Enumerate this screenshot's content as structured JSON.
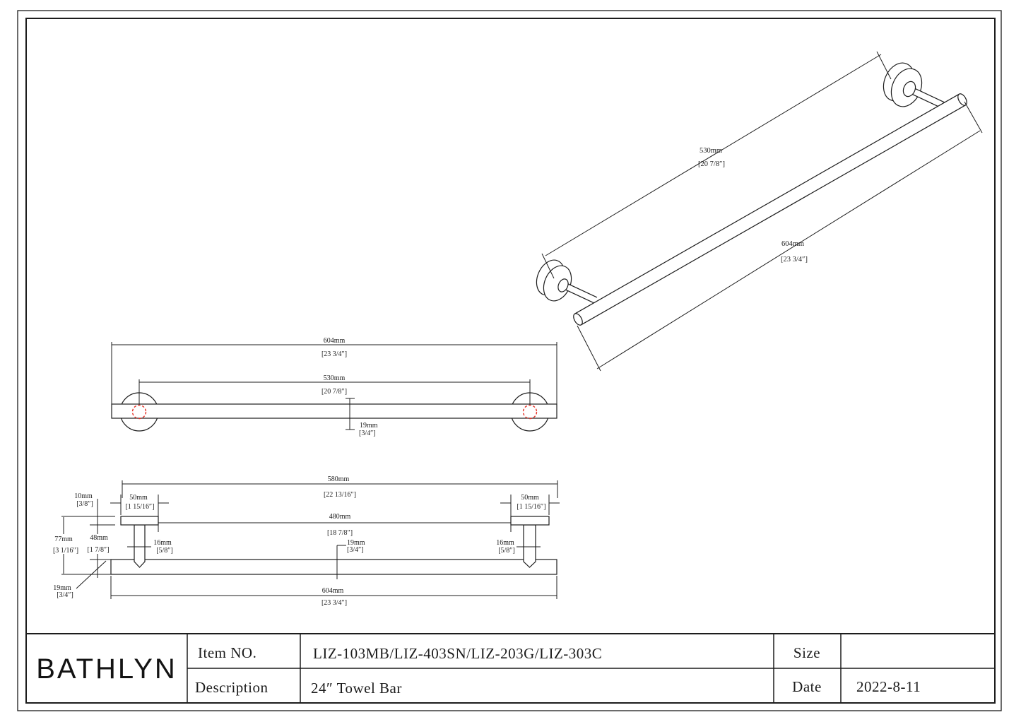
{
  "sheet": {
    "brand": "BATHLYN",
    "title_block": {
      "item_no_label": "Item NO.",
      "item_no_value": "LIZ-103MB/LIZ-403SN/LIZ-203G/LIZ-303C",
      "description_label": "Description",
      "description_value": "24″ Towel Bar",
      "size_label": "Size",
      "size_value": "",
      "date_label": "Date",
      "date_value": "2022-8-11"
    },
    "colors": {
      "line": "#1c1c1c",
      "accent_red": "#e53228",
      "paper": "#ffffff"
    }
  },
  "views": {
    "isometric": {
      "dim_rail_centers": {
        "mm": "530mm",
        "inch": "[20 7/8″]"
      },
      "dim_overall": {
        "mm": "604mm",
        "inch": "[23 3/4″]"
      }
    },
    "front": {
      "dim_overall": {
        "mm": "604mm",
        "inch": "[23 3/4″]"
      },
      "dim_post_centers": {
        "mm": "530mm",
        "inch": "[20 7/8″]"
      },
      "dim_bar_diameter": {
        "mm": "19mm",
        "inch": "[3/4″]"
      }
    },
    "side_section": {
      "dim_mount_span": {
        "mm": "580mm",
        "inch": "[22 13/16″]"
      },
      "dim_inner_span": {
        "mm": "480mm",
        "inch": "[18 7/8″]"
      },
      "dim_flange_width_left": {
        "mm": "50mm",
        "inch": "[1 15/16″]"
      },
      "dim_flange_width_right": {
        "mm": "50mm",
        "inch": "[1 15/16″]"
      },
      "dim_flange_thickness": {
        "mm": "10mm",
        "inch": "[3/8″]"
      },
      "dim_overall_depth": {
        "mm": "77mm",
        "inch": "[3 1/16″]"
      },
      "dim_post_length": {
        "mm": "48mm",
        "inch": "[1 7/8″]"
      },
      "dim_post_diameter_left": {
        "mm": "16mm",
        "inch": "[5/8″]"
      },
      "dim_post_diameter_right": {
        "mm": "16mm",
        "inch": "[5/8″]"
      },
      "dim_bar_diameter": {
        "mm": "19mm",
        "inch": "[3/4″]"
      },
      "dim_bar_clearance": {
        "mm": "19mm",
        "inch": "[3/4″]"
      },
      "dim_overall_length": {
        "mm": "604mm",
        "inch": "[23 3/4″]"
      }
    }
  }
}
